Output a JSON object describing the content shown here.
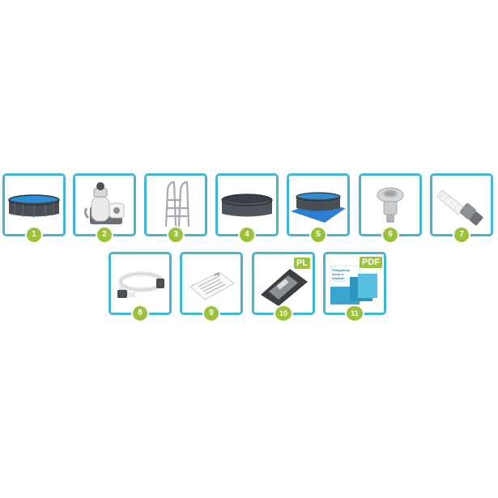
{
  "items": [
    {
      "badge": "1",
      "icon": "pool-icon"
    },
    {
      "badge": "2",
      "icon": "sand-filter-pump-icon"
    },
    {
      "badge": "3",
      "icon": "ladder-icon"
    },
    {
      "badge": "4",
      "icon": "pool-cover-icon"
    },
    {
      "badge": "5",
      "icon": "ground-cloth-icon"
    },
    {
      "badge": "6",
      "icon": "skimmer-inlet-icon"
    },
    {
      "badge": "7",
      "icon": "hose-connector-icon"
    },
    {
      "badge": "8",
      "icon": "hose-icon"
    },
    {
      "badge": "9",
      "icon": "instruction-manual-icon"
    },
    {
      "badge": "10",
      "icon": "polish-manual-icon",
      "tag": "PL"
    },
    {
      "badge": "11",
      "icon": "pdf-guide-icon",
      "tag": "PDF",
      "doc_title": "Pielęgnacja wody w basenie"
    }
  ],
  "colors": {
    "frame": "#45b7d3",
    "badge": "#9cc13b",
    "pool_wall": "#4a4f55",
    "water": "#2a8fd6"
  }
}
